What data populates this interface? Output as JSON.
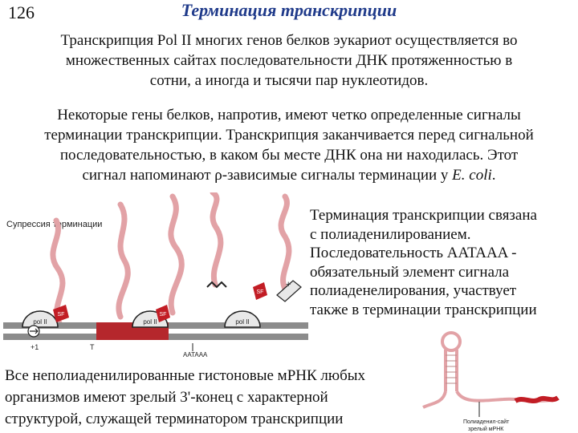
{
  "slide": {
    "number": "126",
    "title": "Терминация транскрипции"
  },
  "paragraph1": {
    "lines": [
      "Транскрипция  Pol II многих генов белков эукариот осуществляется во",
      "множественных сайтах последовательности ДНК протяженностью в",
      "сотни, а иногда и тысячи пар нуклеотидов."
    ]
  },
  "paragraph2": {
    "lines": [
      "Некоторые гены белков, напротив, имеют четко определенные сигналы",
      "терминации транскрипции. Транскрипция  заканчивается перед сигнальной",
      "последовательностью, в каком бы месте ДНК она ни находилась. Этот"
    ],
    "last_line_before": "сигнал напоминают ",
    "rho": "ρ",
    "last_line_middle": "-зависимые сигналы терминации у ",
    "organism": "E. coli",
    "last_line_after": "."
  },
  "paragraph3": {
    "lines": [
      "Терминация транскрипции связана",
      "с полиаденилированием.",
      "Последовательность AATAAA -",
      "обязательный элемент сигнала",
      "полиаденелирования, участвует",
      "также в терминации транскрипции"
    ]
  },
  "paragraph4": {
    "lines": [
      "Все неполиаденилированные гистоновые мРНК любых",
      "организмов имеют зрелый 3'-конец с характерной",
      "структурой, служащей терминатором транскрипции"
    ]
  },
  "figure_left": {
    "heading": "Супрессия терминации",
    "polymerase_label": "pol II",
    "factor_label": "SF",
    "marker_plus1": "+1",
    "marker_T": "T",
    "signal_label": "AATAAA",
    "plus_sign": "+",
    "colors": {
      "dna_gray": "#8c8c8c",
      "dna_red": "#b5272c",
      "rna": "#e2a2a6",
      "factor": "#c21d25"
    }
  },
  "figure_right": {
    "annotation_line1": "Полиаденил-сайт",
    "annotation_line2": "зрелый мРНК",
    "colors": {
      "strand": "#e2a2a6",
      "highlight": "#c21d25"
    }
  }
}
